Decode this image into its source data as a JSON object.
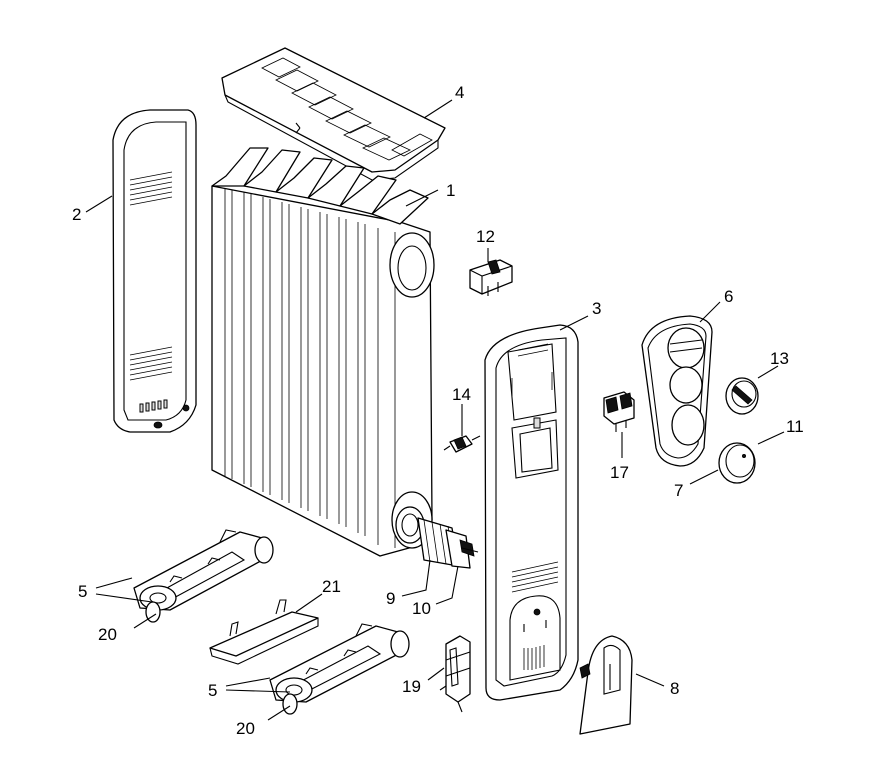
{
  "diagram": {
    "callouts": {
      "c1": "1",
      "c2": "2",
      "c3": "3",
      "c4": "4",
      "c5a": "5",
      "c5b": "5",
      "c6": "6",
      "c7": "7",
      "c8": "8",
      "c9": "9",
      "c10": "10",
      "c11": "11",
      "c12": "12",
      "c13": "13",
      "c14": "14",
      "c17": "17",
      "c19": "19",
      "c20a": "20",
      "c20b": "20",
      "c21": "21"
    }
  }
}
